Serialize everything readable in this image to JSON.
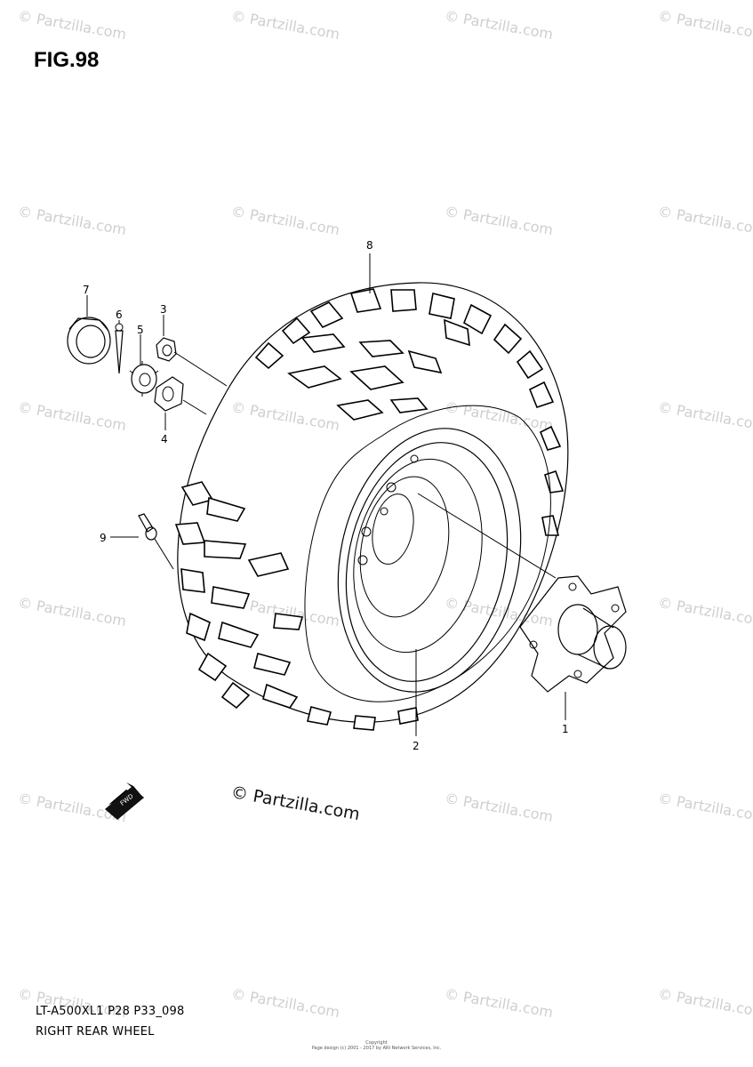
{
  "figure": {
    "title": "FIG.98",
    "model_code": "LT-A500XL1 P28 P33_098",
    "caption": "RIGHT REAR WHEEL"
  },
  "watermarks": {
    "text": "© Partzilla.com",
    "brand": "© Partzilla.com"
  },
  "copyright": {
    "line1": "Copyright",
    "line2": "Page design (c) 2001 - 2017 by ARI Network Services, Inc."
  },
  "direction_badge": "FWD",
  "callouts": {
    "c1": "1",
    "c2": "2",
    "c3": "3",
    "c4": "4",
    "c5": "5",
    "c6": "6",
    "c7": "7",
    "c8": "8",
    "c9": "9"
  },
  "colors": {
    "line": "#000000",
    "watermark": "#cfcfcf",
    "background": "#ffffff"
  }
}
